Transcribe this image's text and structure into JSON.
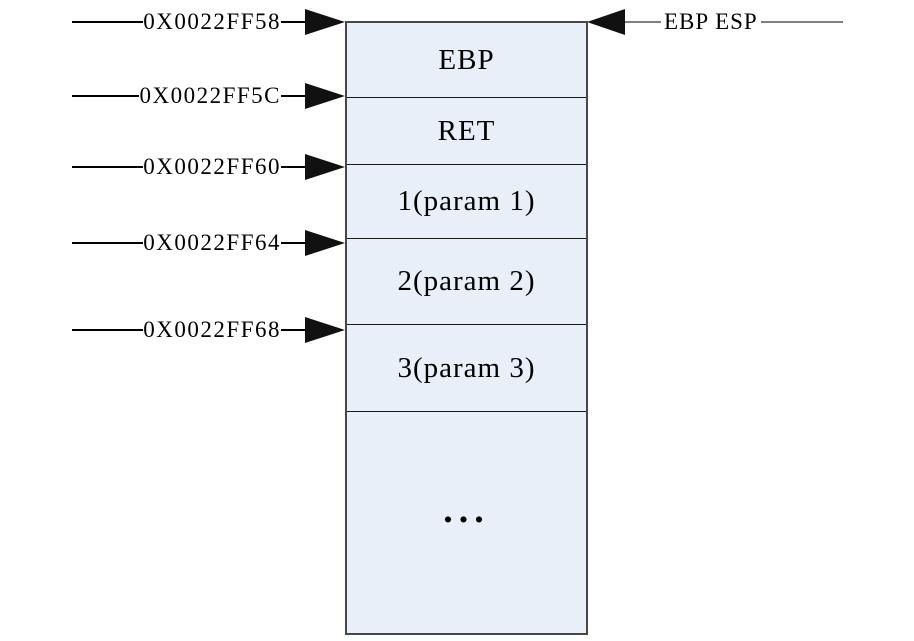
{
  "diagram": {
    "title": "stack-memory-layout",
    "stack": {
      "cells": [
        {
          "label": "EBP"
        },
        {
          "label": "RET"
        },
        {
          "label": "1(param 1)"
        },
        {
          "label": "2(param 2)"
        },
        {
          "label": "3(param 3)"
        },
        {
          "label": "..."
        }
      ]
    },
    "addresses": [
      {
        "label": "0X0022FF58"
      },
      {
        "label": "0X0022FF5C"
      },
      {
        "label": "0X0022FF60"
      },
      {
        "label": "0X0022FF64"
      },
      {
        "label": "0X0022FF68"
      }
    ],
    "pointer": {
      "label": "EBP ESP"
    },
    "colors": {
      "cell_fill": "#e8eff8",
      "box_border": "#474747",
      "divider": "#1a1a1a",
      "address_line": "#000000",
      "pointer_line": "#7f7f7f",
      "arrow": "#111111",
      "text": "#000000",
      "background": "#ffffff"
    }
  }
}
